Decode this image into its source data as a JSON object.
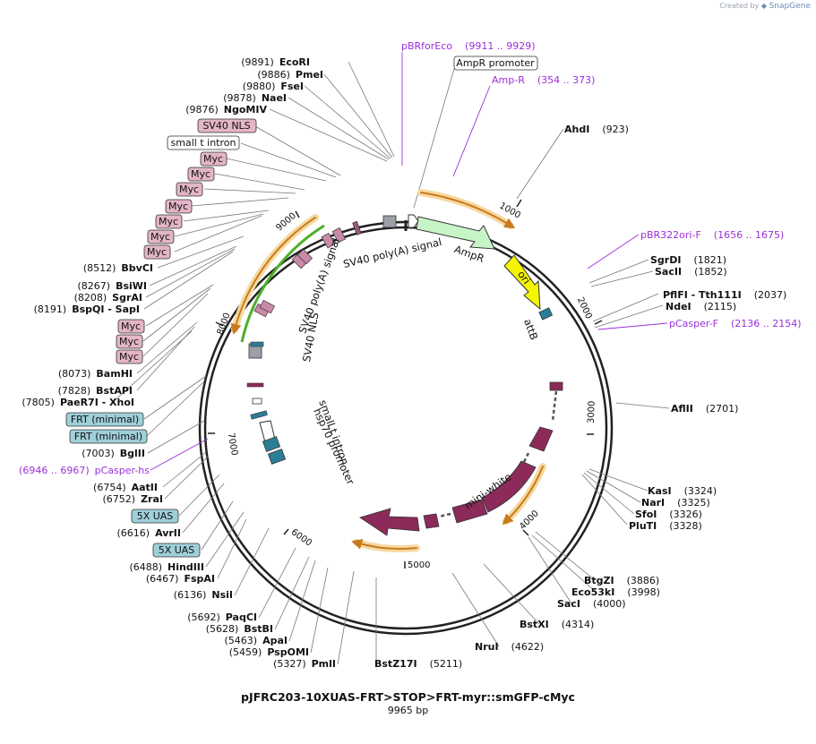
{
  "credit": {
    "prefix": "Created by",
    "brand": "SnapGene"
  },
  "title": "pJFRC203-10XUAS-FRT>STOP>FRT-myr::smGFP-cMyc",
  "length_label": "9965 bp",
  "ticks": [
    "1000",
    "2000",
    "3000",
    "4000",
    "5000",
    "6000",
    "7000",
    "8000",
    "9000"
  ],
  "sites": [
    {
      "name": "EcoRI",
      "pos": "(9891)"
    },
    {
      "name": "PmeI",
      "pos": "(9886)"
    },
    {
      "name": "FseI",
      "pos": "(9880)"
    },
    {
      "name": "NaeI",
      "pos": "(9878)"
    },
    {
      "name": "NgoMIV",
      "pos": "(9876)"
    },
    {
      "name": "AhdI",
      "pos": "(923)"
    },
    {
      "name": "SgrDI",
      "pos": "(1821)"
    },
    {
      "name": "SacII",
      "pos": "(1852)"
    },
    {
      "name": "PflFI  - Tth111I",
      "pos": "(2037)"
    },
    {
      "name": "NdeI",
      "pos": "(2115)"
    },
    {
      "name": "AflII",
      "pos": "(2701)"
    },
    {
      "name": "KasI",
      "pos": "(3324)"
    },
    {
      "name": "NarI",
      "pos": "(3325)"
    },
    {
      "name": "SfoI",
      "pos": "(3326)"
    },
    {
      "name": "PluTI",
      "pos": "(3328)"
    },
    {
      "name": "BtgZI",
      "pos": "(3886)"
    },
    {
      "name": "Eco53kI",
      "pos": "(3998)"
    },
    {
      "name": "SacI",
      "pos": "(4000)"
    },
    {
      "name": "BstXI",
      "pos": "(4314)"
    },
    {
      "name": "NruI",
      "pos": "(4622)"
    },
    {
      "name": "BstZ17I",
      "pos": "(5211)"
    },
    {
      "name": "PmlI",
      "pos": "(5327)"
    },
    {
      "name": "PspOMI",
      "pos": "(5459)"
    },
    {
      "name": "ApaI",
      "pos": "(5463)"
    },
    {
      "name": "BstBI",
      "pos": "(5628)"
    },
    {
      "name": "PaqCI",
      "pos": "(5692)"
    },
    {
      "name": "NsiI",
      "pos": "(6136)"
    },
    {
      "name": "FspAI",
      "pos": "(6467)"
    },
    {
      "name": "HindIII",
      "pos": "(6488)"
    },
    {
      "name": "AvrII",
      "pos": "(6616)"
    },
    {
      "name": "ZraI",
      "pos": "(6752)"
    },
    {
      "name": "AatII",
      "pos": "(6754)"
    },
    {
      "name": "BglII",
      "pos": "(7003)"
    },
    {
      "name": "PaeR7I  - XhoI",
      "pos": "(7805)"
    },
    {
      "name": "BstAPI",
      "pos": "(7828)"
    },
    {
      "name": "BamHI",
      "pos": "(8073)"
    },
    {
      "name": "BspQI  - SapI",
      "pos": "(8191)"
    },
    {
      "name": "SgrAI",
      "pos": "(8208)"
    },
    {
      "name": "BsiWI",
      "pos": "(8267)"
    },
    {
      "name": "BbvCI",
      "pos": "(8512)"
    }
  ],
  "primers": [
    {
      "name": "pBRforEco",
      "range": "(9911 .. 9929)"
    },
    {
      "name": "Amp-R",
      "range": "(354 .. 373)"
    },
    {
      "name": "pBR322ori-F",
      "range": "(1656 .. 1675)"
    },
    {
      "name": "pCasper-F",
      "range": "(2136 .. 2154)"
    },
    {
      "name": "pCasper-hs",
      "range": "(6946 .. 6967)"
    }
  ],
  "boxed_labels": [
    {
      "text": "AmpR promoter",
      "color": "#ffffff"
    },
    {
      "text": "SV40 NLS",
      "color": "#e3b5c7"
    },
    {
      "text": "small t intron",
      "color": "#ffffff"
    },
    {
      "text": "Myc",
      "color": "#e3b5c7"
    },
    {
      "text": "Myc",
      "color": "#e3b5c7"
    },
    {
      "text": "Myc",
      "color": "#e3b5c7"
    },
    {
      "text": "Myc",
      "color": "#e3b5c7"
    },
    {
      "text": "Myc",
      "color": "#e3b5c7"
    },
    {
      "text": "Myc",
      "color": "#e3b5c7"
    },
    {
      "text": "Myc",
      "color": "#e3b5c7"
    },
    {
      "text": "Myc",
      "color": "#e3b5c7"
    },
    {
      "text": "Myc",
      "color": "#e3b5c7"
    },
    {
      "text": "Myc",
      "color": "#e3b5c7"
    },
    {
      "text": "FRT (minimal)",
      "color": "#9fcfd9"
    },
    {
      "text": "FRT (minimal)",
      "color": "#9fcfd9"
    },
    {
      "text": "5X UAS",
      "color": "#9fcfd9"
    },
    {
      "text": "5X UAS",
      "color": "#9fcfd9"
    }
  ],
  "features": [
    "SV40 poly(A) signal",
    "AmpR",
    "ori",
    "attB",
    "SV40 poly(A) signal",
    "SV40 NLS",
    "small t intron",
    "hsp70 promoter",
    "mini-white"
  ],
  "colors": {
    "backbone": "#222222",
    "primer": "#9b30d9",
    "amp": "#c8f5c8",
    "ori": "#f5f500",
    "white": "#8c2a5a",
    "uas": "#2a7f96",
    "myc": "#9b5a7a",
    "orf": "#e8a84a",
    "green": "#4caf2a"
  }
}
